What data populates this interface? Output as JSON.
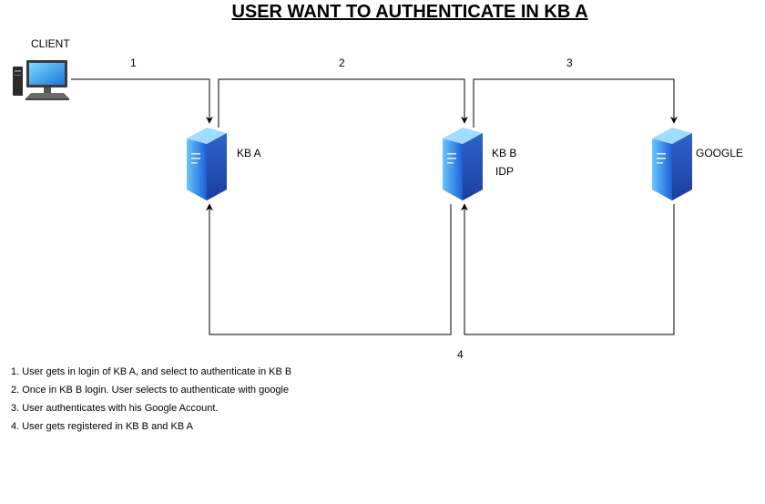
{
  "title": "USER WANT TO AUTHENTICATE IN KB A",
  "nodes": {
    "client": {
      "label": "CLIENT",
      "icon": "desktop-computer-icon"
    },
    "kb_a": {
      "label": "KB A",
      "icon": "server-icon"
    },
    "kb_b": {
      "label": "KB B",
      "sublabel": "IDP",
      "icon": "server-icon"
    },
    "google": {
      "label": "GOOGLE",
      "icon": "server-icon"
    }
  },
  "edges": {
    "step1": "1",
    "step2": "2",
    "step3": "3",
    "step4": "4"
  },
  "notes": [
    "1. User gets in login of KB A, and select to authenticate in KB B",
    "2. Once in KB B login. User selects to authenticate with google",
    "3. User authenticates with his Google Account.",
    "4. User gets registered in KB B and KB A"
  ],
  "colors": {
    "server_blue": "#1e5bd7",
    "server_light": "#8fd3ff",
    "line": "#000000"
  }
}
